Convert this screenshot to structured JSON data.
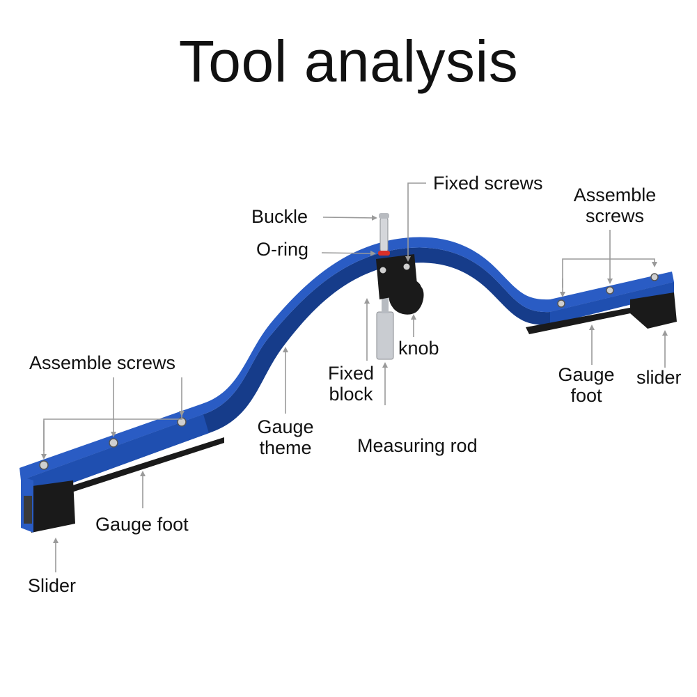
{
  "title": "Tool analysis",
  "colors": {
    "gauge_blue": "#1f4fb0",
    "gauge_blue_dark": "#163c8a",
    "slider_black": "#1a1a1a",
    "rod_silver": "#c9ccd1",
    "o_ring_red": "#d8302a",
    "leader_gray": "#9a9a9a"
  },
  "labels": {
    "fixed_screws": "Fixed screws",
    "assemble_screws_right": "Assemble\nscrews",
    "buckle": "Buckle",
    "o_ring": "O-ring",
    "knob": "knob",
    "fixed_block": "Fixed\nblock",
    "gauge_foot_right": "Gauge\nfoot",
    "slider_right": "slider",
    "assemble_screws_left": "Assemble screws",
    "gauge_theme": "Gauge\ntheme",
    "measuring_rod": "Measuring rod",
    "gauge_foot_left": "Gauge foot",
    "slider_left": "Slider"
  }
}
